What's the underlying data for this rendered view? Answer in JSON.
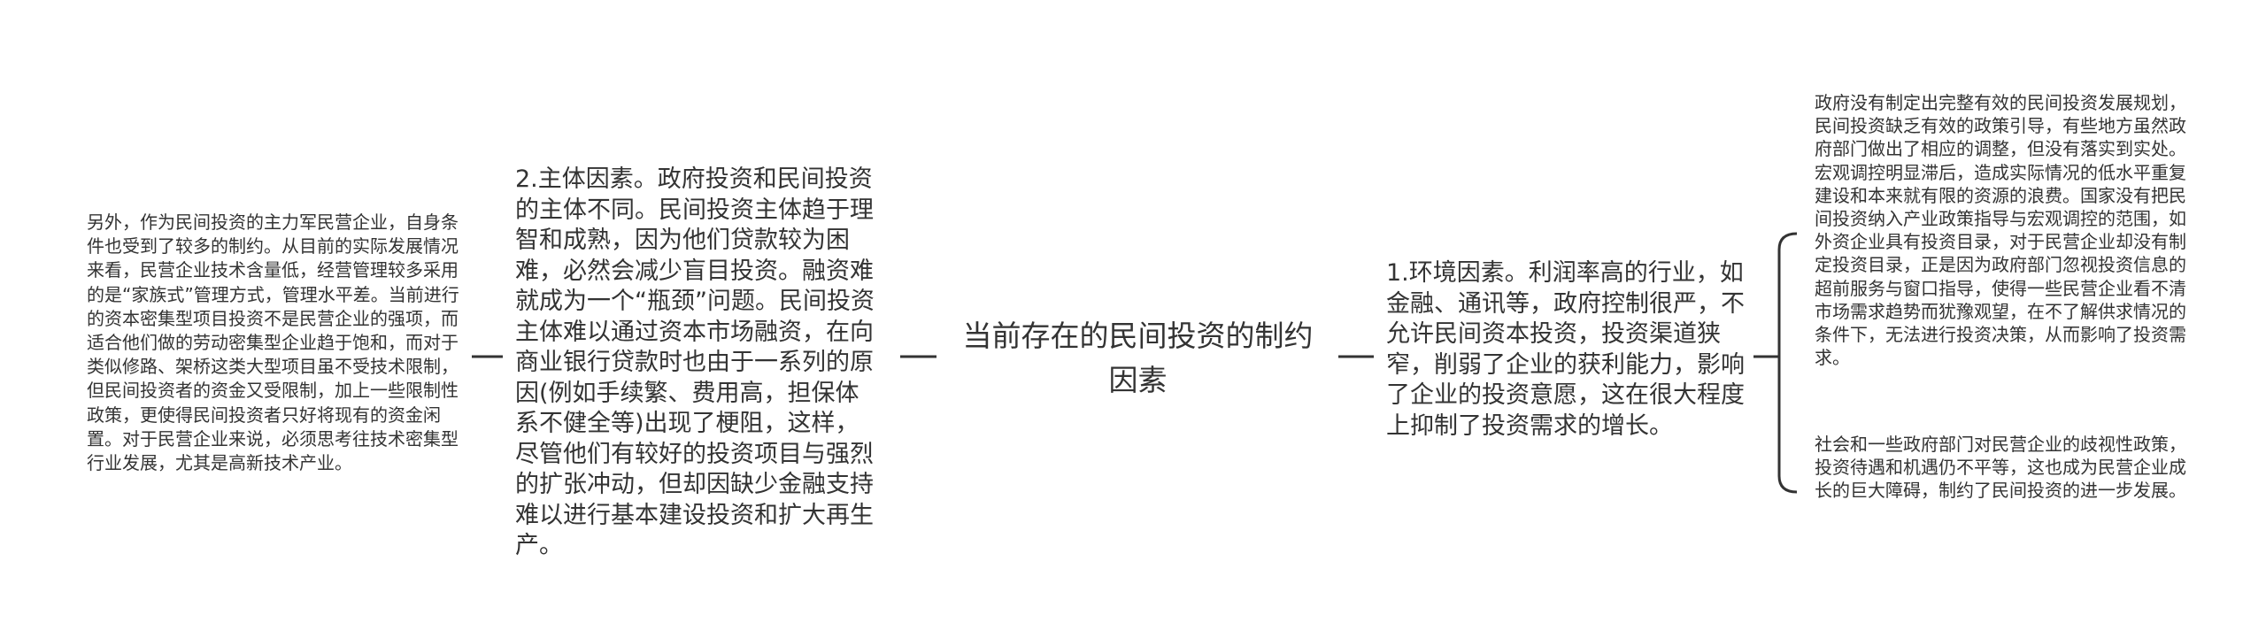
{
  "root": {
    "title": "当前存在的民间投资的制约因素"
  },
  "left_branch": {
    "subject_factor": "2.主体因素。政府投资和民间投资的主体不同。民间投资主体趋于理智和成熟，因为他们贷款较为困难，必然会减少盲目投资。融资难就成为一个“瓶颈”问题。民间投资主体难以通过资本市场融资，在向商业银行贷款时也由于一系列的原因(例如手续繁、费用高，担保体系不健全等)出现了梗阻，这样，尽管他们有较好的投资项目与强烈的扩张冲动，但却因缺少金融支持难以进行基本建设投资和扩大再生产。",
    "detail": "另外，作为民间投资的主力军民营企业，自身条件也受到了较多的制约。从目前的实际发展情况来看，民营企业技术含量低，经营管理较多采用的是“家族式”管理方式，管理水平差。当前进行的资本密集型项目投资不是民营企业的强项，而适合他们做的劳动密集型企业趋于饱和，而对于类似修路、架桥这类大型项目虽不受技术限制，但民间投资者的资金又受限制，加上一些限制性政策，更使得民间投资者只好将现有的资金闲置。对于民营企业来说，必须思考往技术密集型行业发展，尤其是高新技术产业。"
  },
  "right_branch": {
    "environment_factor": "1.环境因素。利润率高的行业，如金融、通讯等，政府控制很严，不允许民间资本投资，投资渠道狭窄，削弱了企业的获利能力，影响了企业的投资意愿，这在很大程度上抑制了投资需求的增长。",
    "details": [
      "政府没有制定出完整有效的民间投资发展规划，民间投资缺乏有效的政策引导，有些地方虽然政府部门做出了相应的调整，但没有落实到实处。宏观调控明显滞后，造成实际情况的低水平重复建设和本来就有限的资源的浪费。国家没有把民间投资纳入产业政策指导与宏观调控的范围，如外资企业具有投资目录，对于民营企业却没有制定投资目录，正是因为政府部门忽视投资信息的超前服务与窗口指导，使得一些民营企业看不清市场需求趋势而犹豫观望，在不了解供求情况的条件下，无法进行投资决策，从而影响了投资需求。",
      "社会和一些政府部门对民营企业的歧视性政策，投资待遇和机遇仍不平等，这也成为民营企业成长的巨大障碍，制约了民间投资的进一步发展。"
    ]
  },
  "colors": {
    "line": "#333333",
    "text": "#333333",
    "background": "#ffffff"
  }
}
